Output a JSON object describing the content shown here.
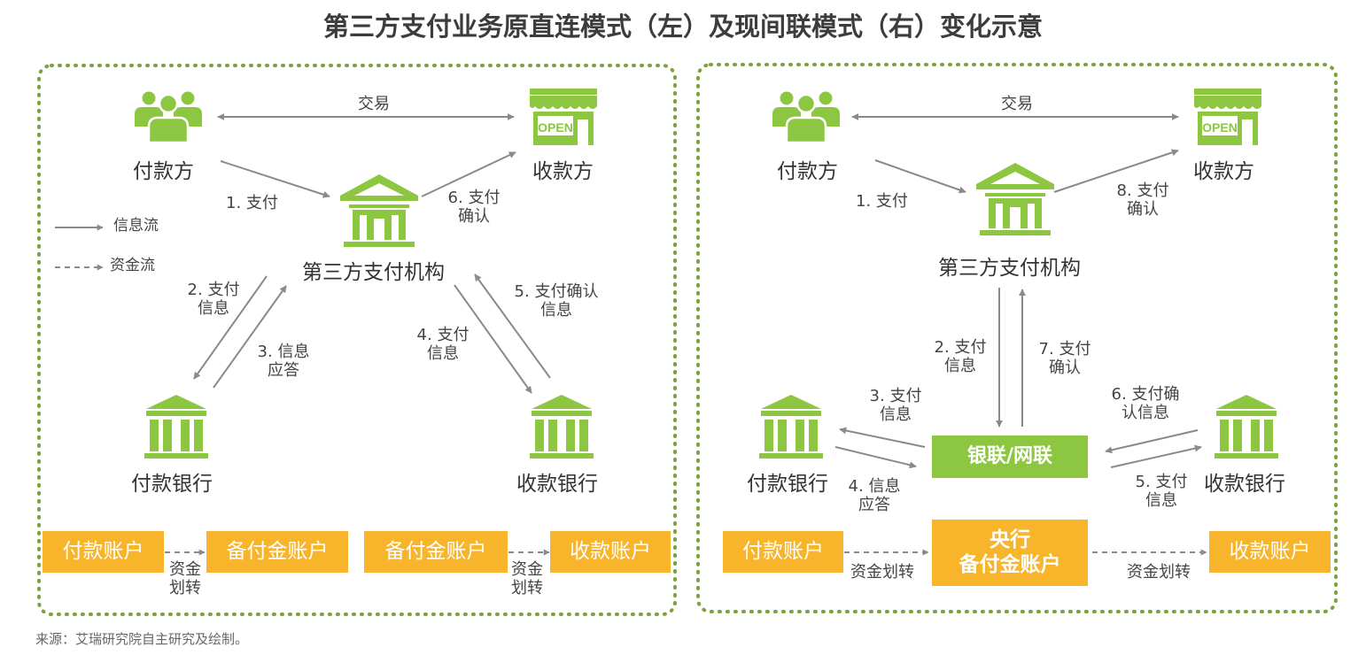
{
  "title": "第三方支付业务原直连模式（左）及现间联模式（右）变化示意",
  "source": "来源：艾瑞研究院自主研究及绘制。",
  "colors": {
    "icon_green": "#8dc641",
    "account_orange": "#f8b52b",
    "unionpay_green": "#8dc641",
    "border_green": "#7ea23b",
    "arrow": "#8a8a8a"
  },
  "legend": {
    "info_flow": "信息流",
    "fund_flow": "资金流"
  },
  "left": {
    "payer": "付款方",
    "merchant": "收款方",
    "third_party": "第三方支付机构",
    "payer_bank": "付款银行",
    "payee_bank": "收款银行",
    "trade": "交易",
    "step1": "1. 支付",
    "step2": [
      "2. 支付",
      "信息"
    ],
    "step3": [
      "3. 信息",
      "应答"
    ],
    "step4": [
      "4. 支付",
      "信息"
    ],
    "step5": [
      "5. 支付确认",
      "信息"
    ],
    "step6": [
      "6. 支付",
      "确认"
    ],
    "accounts": [
      "付款账户",
      "备付金账户",
      "备付金账户",
      "收款账户"
    ],
    "transfer": [
      "资金",
      "划转"
    ]
  },
  "right": {
    "payer": "付款方",
    "merchant": "收款方",
    "third_party": "第三方支付机构",
    "payer_bank": "付款银行",
    "payee_bank": "收款银行",
    "unionpay": "银联/网联",
    "trade": "交易",
    "step1": "1. 支付",
    "step2": [
      "2. 支付",
      "信息"
    ],
    "step3": [
      "3. 支付",
      "信息"
    ],
    "step4": [
      "4. 信息",
      "应答"
    ],
    "step5": [
      "5. 支付",
      "信息"
    ],
    "step6": [
      "6. 支付确",
      "认信息"
    ],
    "step7": [
      "7. 支付",
      "确认"
    ],
    "step8": [
      "8. 支付",
      "确认"
    ],
    "payer_account": "付款账户",
    "central_reserve": [
      "央行",
      "备付金账户"
    ],
    "payee_account": "收款账户",
    "transfer": "资金划转"
  },
  "icons": {
    "people": "people-group-icon",
    "shop": "open-shop-icon",
    "institution": "institution-building-icon",
    "bank": "bank-building-icon"
  },
  "shop_sign": "OPEN"
}
